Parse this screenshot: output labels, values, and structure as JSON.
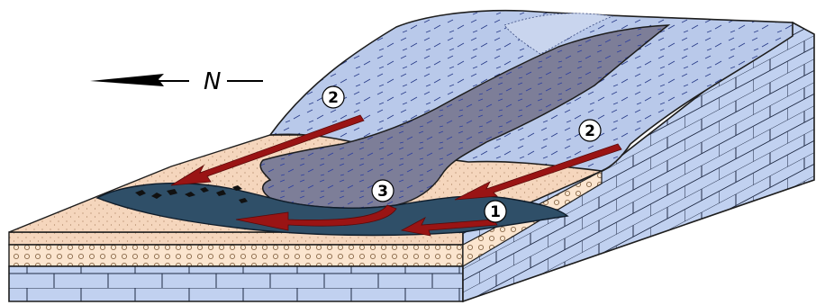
{
  "north_arrow": {
    "letter": "N"
  },
  "labels": {
    "one": "1",
    "two_left": "2",
    "two_right": "2",
    "three": "3"
  },
  "colors": {
    "ice": "#b9c9ea",
    "glacier": "#7d7e98",
    "water": "#2f4f68",
    "sand": "#f5d6bd",
    "gravel": "#fbe5cf",
    "bedrock": "#c1d1f0",
    "arrow": "#9a1414",
    "outline": "#1d1d1d"
  }
}
